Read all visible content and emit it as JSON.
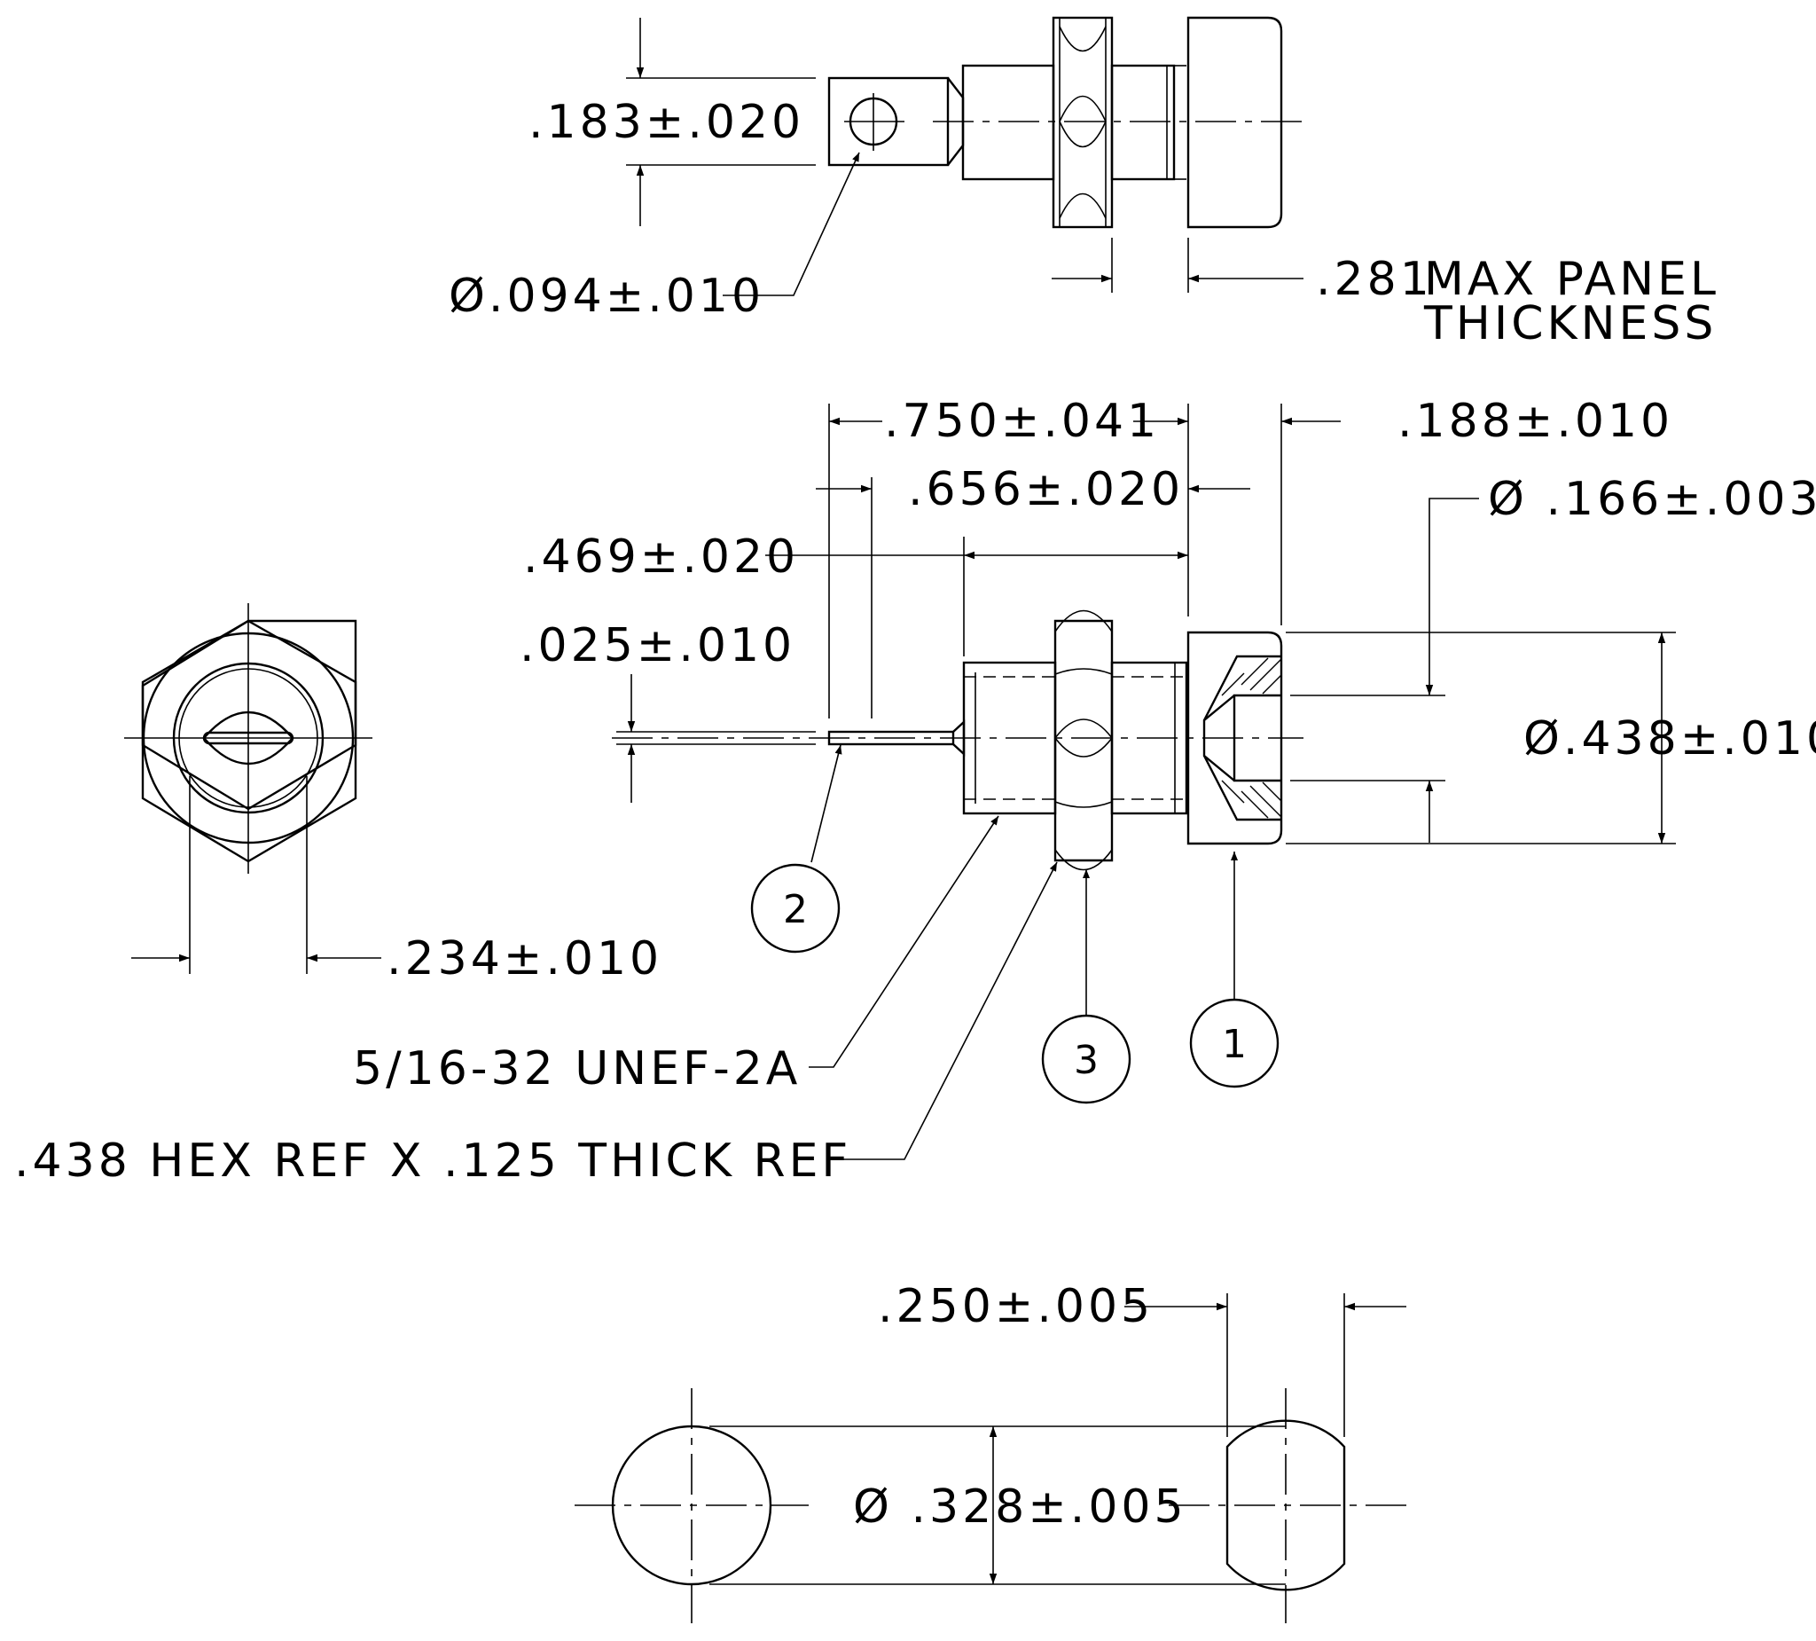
{
  "dimensions": {
    "lug_width": ".183±.020",
    "lug_hole_dia": "Ø.094±.010",
    "panel_thickness": ".281",
    "panel_note_line1": "MAX PANEL",
    "panel_note_line2": "THICKNESS",
    "overall_length": ".750±.041",
    "shank_length": ".656±.020",
    "thread_length": ".469±.020",
    "pin_thickness": ".025±.010",
    "cap_length": ".188±.010",
    "bore_dia": "Ø .166±.003",
    "cap_dia": "Ø.438±.010",
    "flat_width_end_view": ".234±.010",
    "flat_width_bottom": ".250±.005",
    "hole_dia_bottom": "Ø .328±.005"
  },
  "notes": {
    "thread_spec": "5/16-32 UNEF-2A",
    "hex_spec": ".438 HEX REF X .125 THICK REF"
  },
  "callouts": {
    "c1": "1",
    "c2": "2",
    "c3": "3"
  }
}
